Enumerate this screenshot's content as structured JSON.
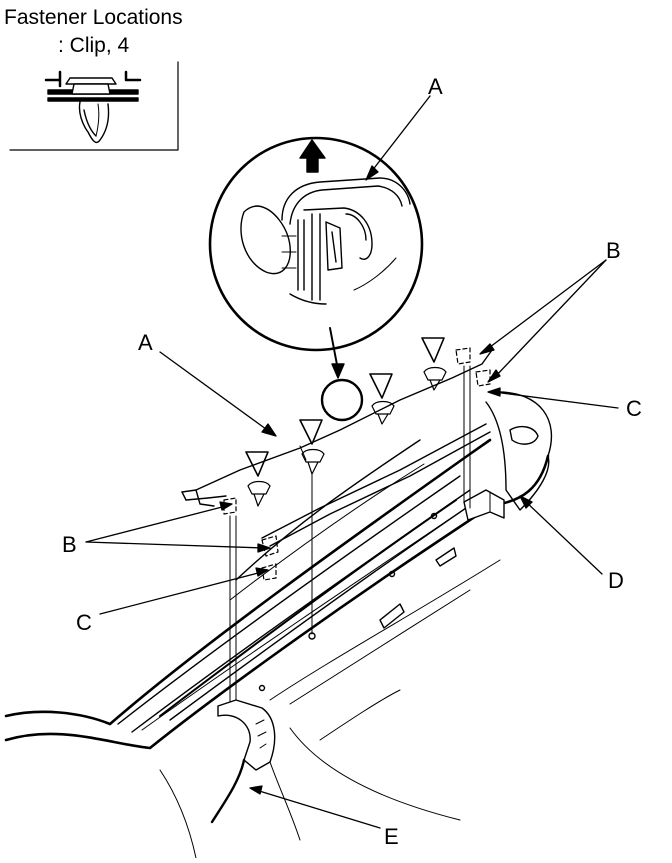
{
  "inset": {
    "title": "Fastener Locations",
    "subtitle": ": Clip, 4"
  },
  "callouts": {
    "a_top": "A",
    "a_left": "A",
    "b_right": "B",
    "b_left": "B",
    "c_right": "C",
    "c_left": "C",
    "d": "D",
    "e": "E"
  },
  "icons": [
    "clip-icon",
    "up-arrow-icon",
    "triangle-marker-icon",
    "detail-circle-icon"
  ],
  "colors": {
    "line": "#000000",
    "background": "#ffffff"
  }
}
